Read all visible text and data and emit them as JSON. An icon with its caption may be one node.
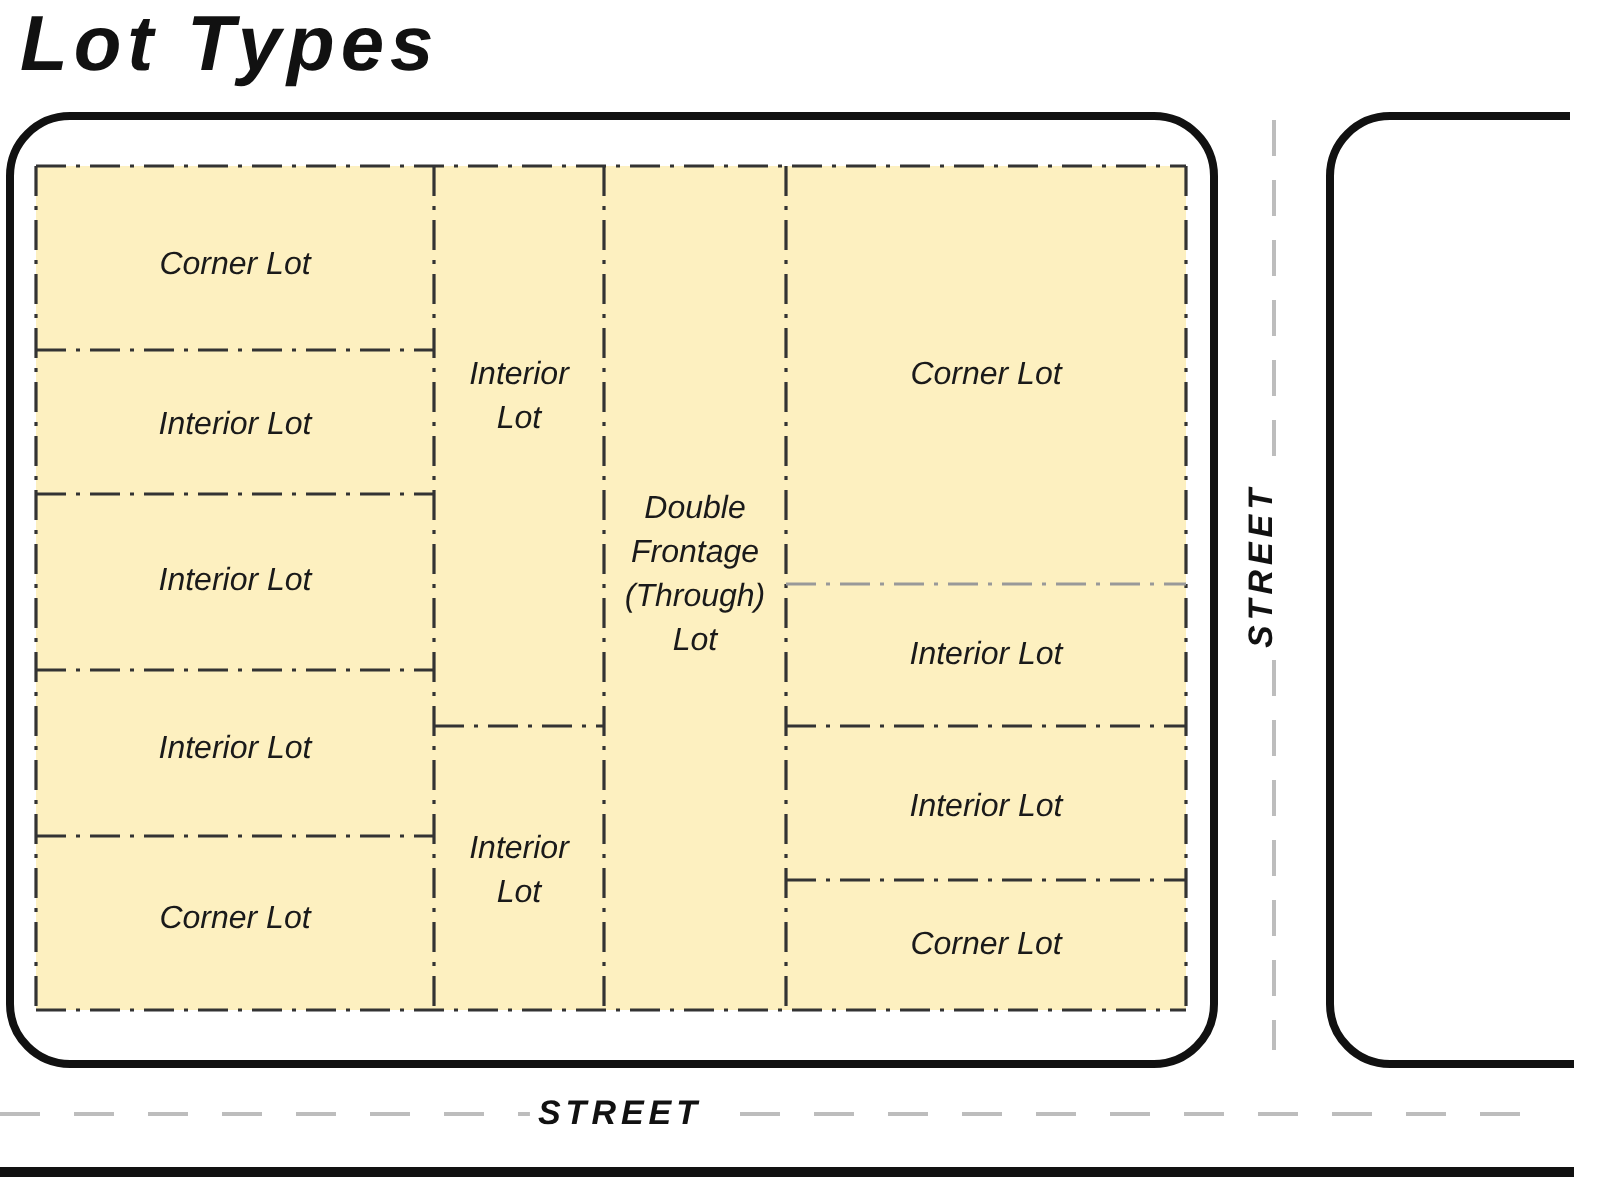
{
  "diagram": {
    "title": "Lot Types",
    "nodes": [
      {
        "text": [
          "Corner Lot"
        ]
      },
      {
        "text": [
          "Interior Lot"
        ]
      },
      {
        "text": [
          "Corner Lot"
        ]
      },
      {
        "text": [
          "Interior Lot"
        ]
      },
      {
        "text": [
          "Double Frontage (Through) Lot"
        ]
      },
      {
        "text": [
          "Interior Lot"
        ]
      },
      {
        "text": [
          "Interior Lot"
        ]
      },
      {
        "text": [
          "Interior Lot"
        ]
      },
      {
        "text": [
          "Interior Lot"
        ]
      },
      {
        "text": [
          "Interior Lot"
        ]
      },
      {
        "text": [
          "Corner Lot"
        ]
      },
      {
        "text": [
          "Corner Lot"
        ]
      }
    ],
    "labels": [
      "STREET",
      "STREET"
    ]
  }
}
